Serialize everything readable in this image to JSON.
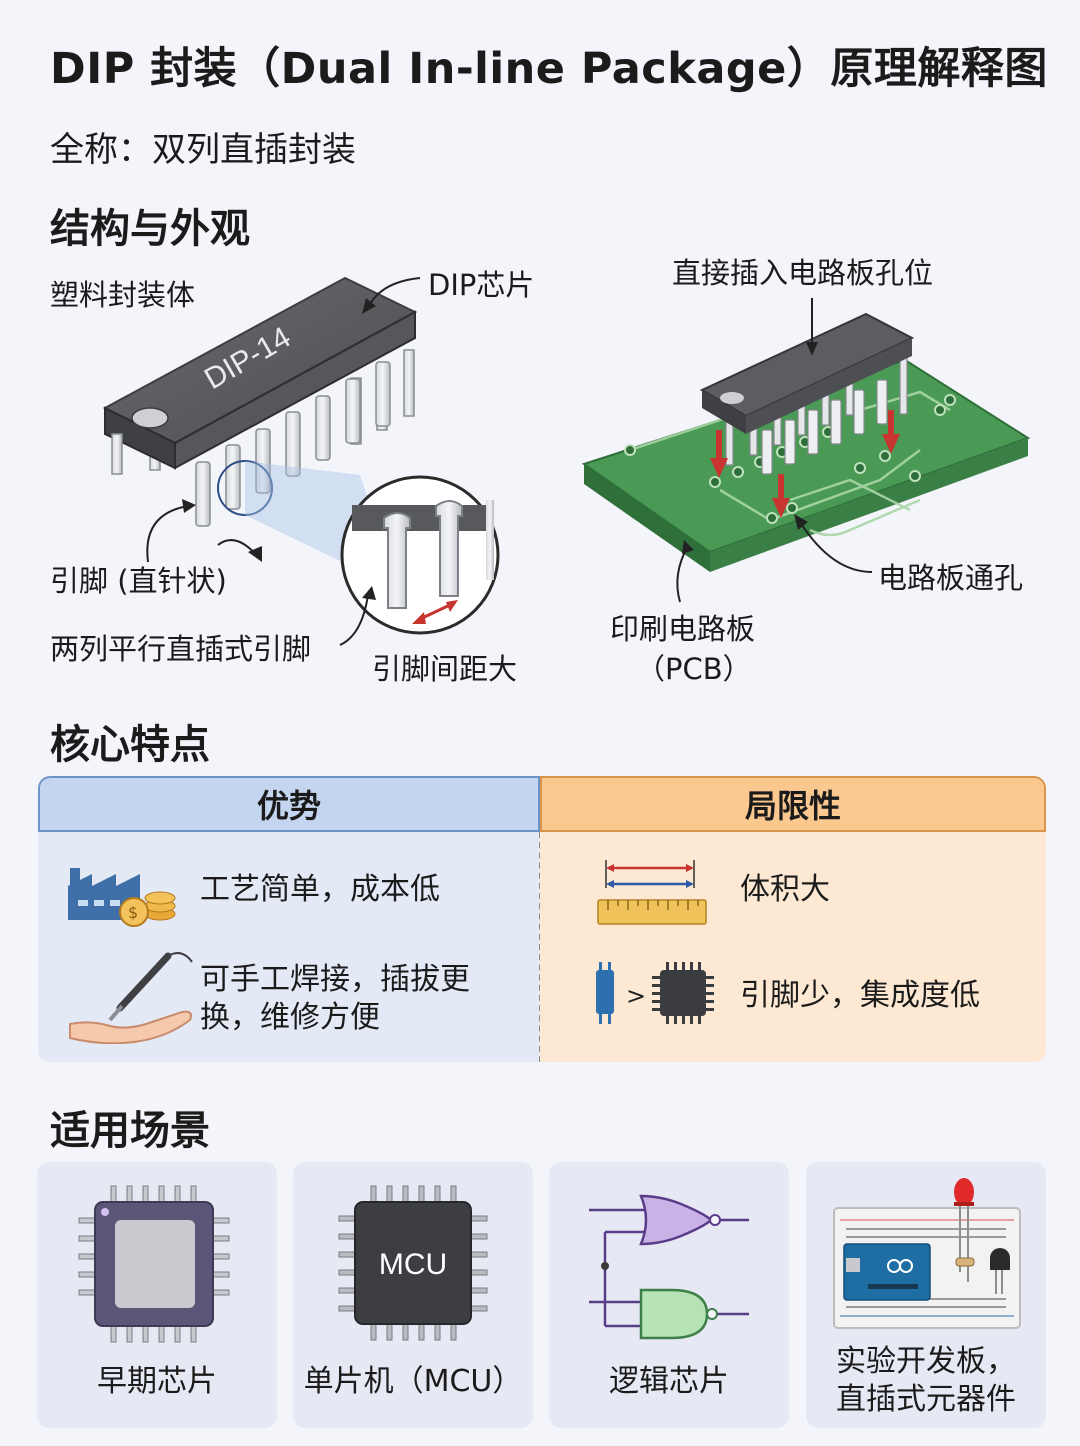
{
  "title": "DIP 封装（Dual In-line Package）原理解释图",
  "subtitle": "全称：双列直插封装",
  "sections": {
    "structure": "结构与外观",
    "features": "核心特点",
    "scenarios": "适用场景"
  },
  "structure": {
    "chip_marking": "DIP-14",
    "labels": {
      "plastic_body": "塑料封装体",
      "dip_chip": "DIP芯片",
      "pins": "引脚 (直针状)",
      "two_rows": "两列平行直插式引脚",
      "pin_pitch": "引脚间距大",
      "insert_holes": "直接插入电路板孔位",
      "through_holes": "电路板通孔",
      "pcb_line1": "印刷电路板",
      "pcb_line2": "（PCB）"
    }
  },
  "features": {
    "advantages_header": "优势",
    "limitations_header": "局限性",
    "advantages": [
      {
        "text": "工艺简单，成本低",
        "icon": "factory-coins-icon"
      },
      {
        "line1": "可手工焊接，插拔更",
        "line2": "换，维修方便",
        "icon": "soldering-hand-icon"
      }
    ],
    "limitations": [
      {
        "text": "体积大",
        "icon": "ruler-icon"
      },
      {
        "text": "引脚少，集成度低",
        "icon": "chip-compare-icon",
        "compare_symbol": ">"
      }
    ]
  },
  "scenarios": [
    {
      "label": "早期芯片",
      "icon": "early-chip-icon"
    },
    {
      "label": "单片机（MCU）",
      "chip_text": "MCU",
      "icon": "mcu-chip-icon"
    },
    {
      "label": "逻辑芯片",
      "icon": "logic-gate-icon"
    },
    {
      "line1": "实验开发板，",
      "line2": "直插式元器件",
      "icon": "breadboard-icon"
    }
  ],
  "colors": {
    "advantage_header": "#c3d5ef",
    "limitation_header": "#fbc990",
    "pcb_green": "#4a9a56",
    "arrow_red": "#c8342f"
  }
}
